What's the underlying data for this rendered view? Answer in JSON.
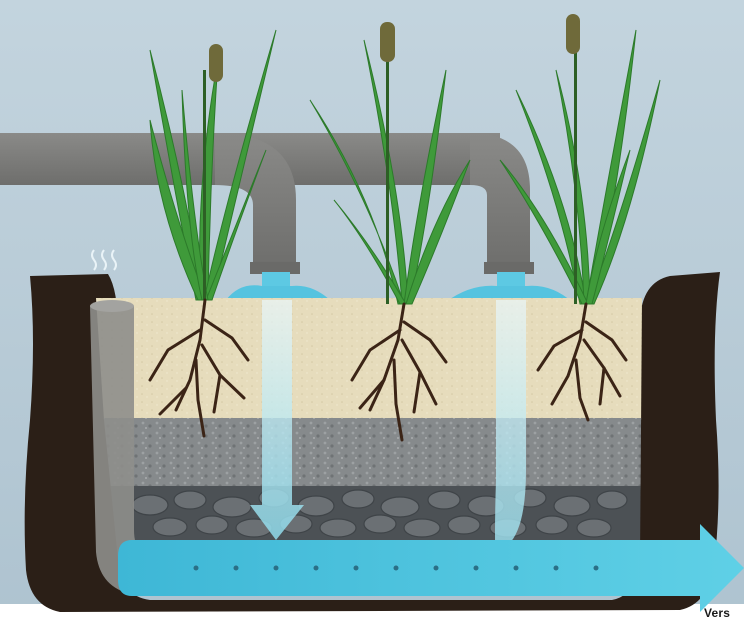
{
  "diagram": {
    "outlet_label": "Vers",
    "colors": {
      "sky": "#b7cbd7",
      "soil": "#2c2018",
      "sand": "#e7ddbf",
      "gravel": "#8a8e90",
      "stones": "#5f6468",
      "pipe": "#7c7c7a",
      "water": "#4fc3dc",
      "plant_leaf": "#3f9a3a",
      "cattail": "#6f6a3a",
      "roots": "#3b2416"
    },
    "components": {
      "inlet_pipe": "grey-pipe",
      "distribution_spouts": 2,
      "plants": 3,
      "layers": [
        "sand",
        "fine-gravel",
        "coarse-stones"
      ],
      "outlet_flow": "blue-arrow-right"
    }
  }
}
